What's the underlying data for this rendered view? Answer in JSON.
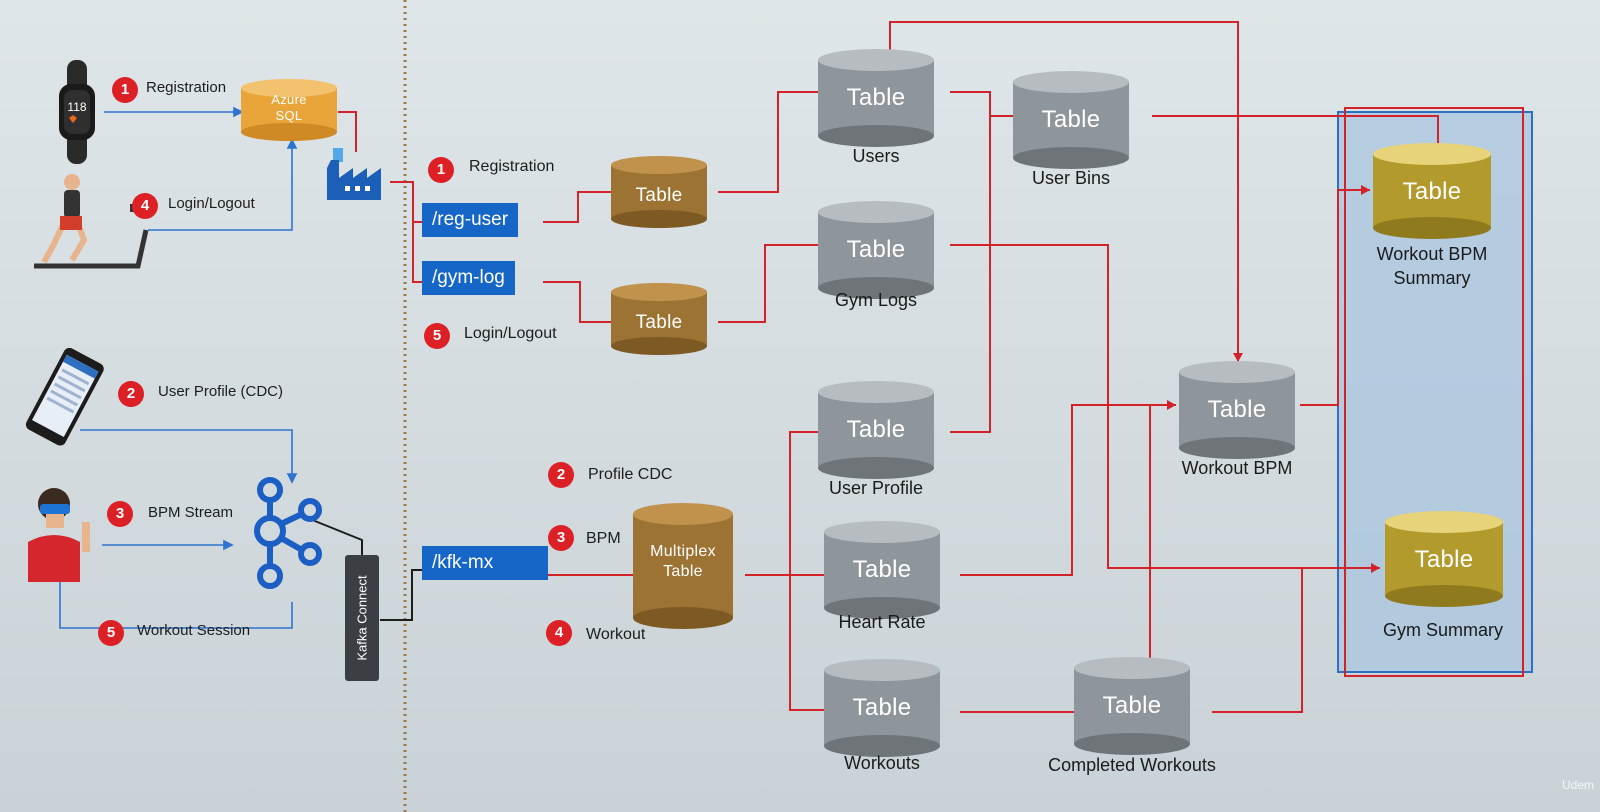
{
  "colors": {
    "grey_table": "#8f969b",
    "brown_table": "#9c7333",
    "gold_table": "#b39a2c",
    "flow_red": "#d2232a",
    "flow_blue": "#2e74cf",
    "endpoint_blue": "#1566c6",
    "summary_panel": "#a8c4df"
  },
  "sources": {
    "watch": {
      "icon": "smartwatch-icon",
      "display": "118",
      "badge": "1",
      "label": "Registration"
    },
    "treadmill": {
      "icon": "treadmill-runner-icon",
      "badge": "4",
      "label": "Login/Logout"
    },
    "azure_sql": {
      "label": "Azure\nSQL"
    },
    "data_factory": {
      "icon": "data-factory-icon"
    },
    "phone": {
      "icon": "smartphone-icon",
      "badge": "2",
      "label": "User Profile (CDC)"
    },
    "person": {
      "icon": "person-vr-icon",
      "badge": "3",
      "label": "BPM Stream"
    },
    "workout_session": {
      "badge": "5",
      "label": "Workout Session"
    },
    "kafka": {
      "icon": "kafka-icon"
    },
    "kafka_connect": {
      "label": "Kafka Connect"
    }
  },
  "ingest": {
    "registration": {
      "badge": "1",
      "label": "Registration"
    },
    "login": {
      "badge": "5",
      "label": "Login/Logout"
    },
    "profile_cdc": {
      "badge": "2",
      "label": "Profile CDC"
    },
    "bpm": {
      "badge": "3",
      "label": "BPM"
    },
    "workout": {
      "badge": "4",
      "label": "Workout"
    },
    "endpoints": {
      "reg_user": "/reg-user",
      "gym_log": "/gym-log",
      "kfk_mx": "/kfk-mx"
    }
  },
  "tables": {
    "bronze_reg": {
      "text": "Table"
    },
    "bronze_gym": {
      "text": "Table"
    },
    "multiplex": {
      "text": "Multiplex\nTable"
    },
    "users": {
      "text": "Table",
      "label": "Users"
    },
    "user_bins": {
      "text": "Table",
      "label": "User Bins"
    },
    "gym_logs": {
      "text": "Table",
      "label": "Gym Logs"
    },
    "user_profile": {
      "text": "Table",
      "label": "User Profile"
    },
    "heart_rate": {
      "text": "Table",
      "label": "Heart Rate"
    },
    "workouts": {
      "text": "Table",
      "label": "Workouts"
    },
    "completed_workouts": {
      "text": "Table",
      "label": "Completed Workouts"
    },
    "workout_bpm": {
      "text": "Table",
      "label": "Workout BPM"
    },
    "workout_bpm_summary": {
      "text": "Table",
      "label": "Workout BPM\nSummary"
    },
    "gym_summary": {
      "text": "Table",
      "label": "Gym Summary"
    }
  },
  "watermark": "Udem"
}
